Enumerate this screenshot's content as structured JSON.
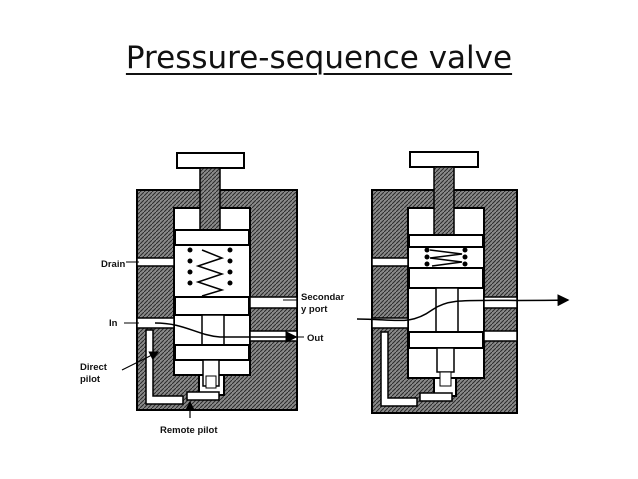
{
  "title": "Pressure-sequence valve",
  "labels": {
    "drain": "Drain",
    "secondary_line1": "Secondar",
    "secondary_line2": "y port",
    "in": "In",
    "out": "Out",
    "direct_line1": "Direct",
    "direct_line2": "pilot",
    "remote_pilot": "Remote pilot"
  },
  "colors": {
    "body_hatch": "#555555",
    "line": "#000000",
    "background": "#ffffff"
  }
}
